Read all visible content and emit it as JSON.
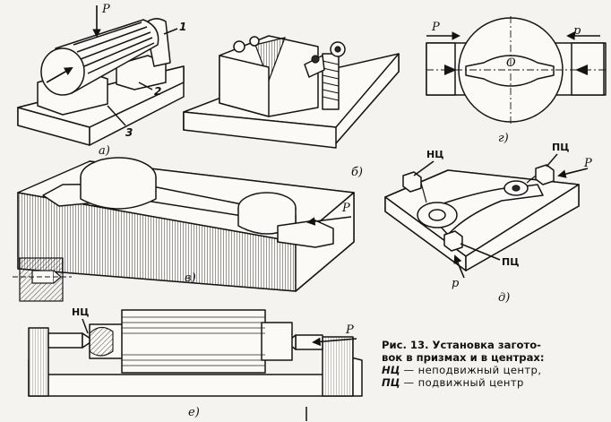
{
  "labels": {
    "a": "а)",
    "b": "б)",
    "v": "в)",
    "g": "г)",
    "d": "д)",
    "e": "е)"
  },
  "part_numbers": {
    "n1": "1",
    "n2": "2",
    "n3": "3"
  },
  "force_labels": {
    "p": "P",
    "p_lower": "р",
    "o": "О"
  },
  "center_tags": {
    "nc": "НЦ",
    "pc": "ПЦ"
  },
  "caption": {
    "line1": "Рис.  13.  Установка  загото-",
    "line2": "вок  в призмах  и в центрах:",
    "line3_term": "НЦ",
    "line3_rest": " — неподвижный  центр,",
    "line4_term": "ПЦ",
    "line4_rest": " — подвижный  центр"
  },
  "colors": {
    "ink": "#151515",
    "paper": "#f4f3ef"
  }
}
